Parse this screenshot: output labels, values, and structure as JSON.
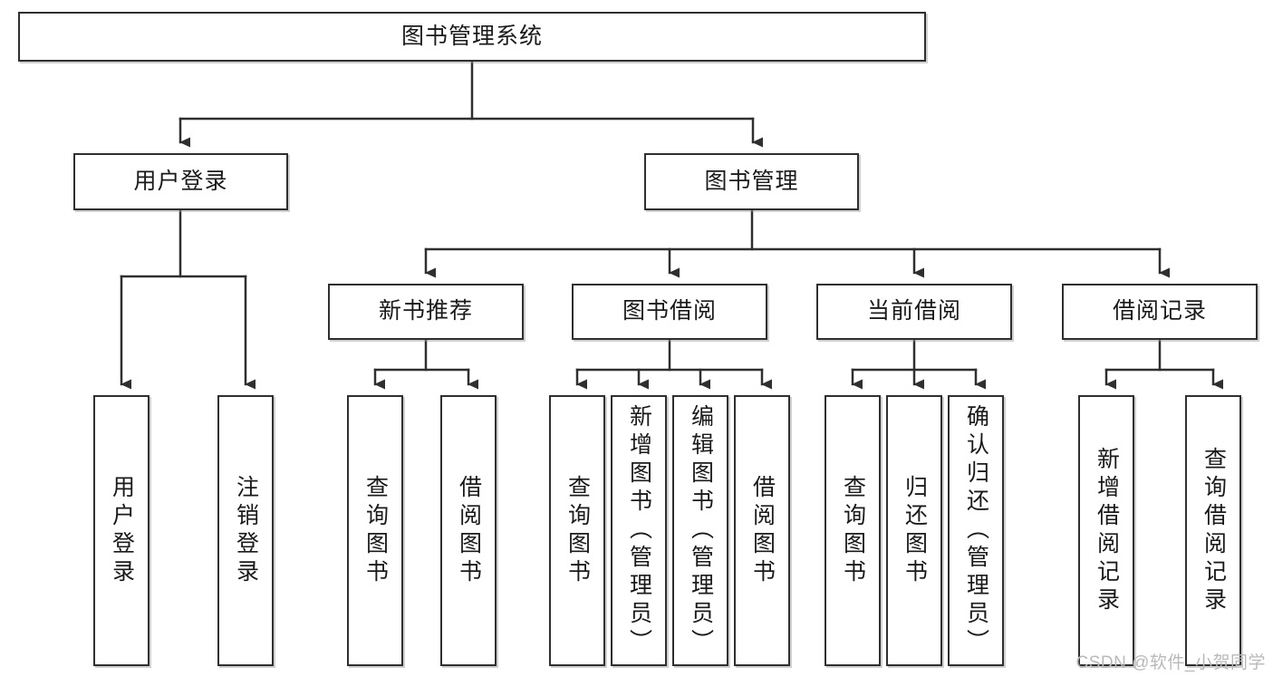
{
  "diagram": {
    "title": "图书管理系统",
    "type": "tree-hierarchy-chart",
    "watermark": "CSDN @软件_小贺同学",
    "root": {
      "id": "root",
      "label": "图书管理系统"
    },
    "level2": [
      {
        "id": "user-login",
        "label": "用户登录"
      },
      {
        "id": "book-manage",
        "label": "图书管理"
      }
    ],
    "level3": [
      {
        "id": "new-book-rec",
        "label": "新书推荐",
        "parent": "book-manage"
      },
      {
        "id": "book-borrow",
        "label": "图书借阅",
        "parent": "book-manage"
      },
      {
        "id": "current-borrow",
        "label": "当前借阅",
        "parent": "book-manage"
      },
      {
        "id": "borrow-record",
        "label": "借阅记录",
        "parent": "book-manage"
      }
    ],
    "leaves": [
      {
        "id": "leaf-user-login",
        "label": "用户登录",
        "parent": "user-login"
      },
      {
        "id": "leaf-logout",
        "label": "注销登录",
        "parent": "user-login"
      },
      {
        "id": "leaf-query-book-1",
        "label": "查询图书",
        "parent": "new-book-rec"
      },
      {
        "id": "leaf-borrow-book-1",
        "label": "借阅图书",
        "parent": "new-book-rec"
      },
      {
        "id": "leaf-query-book-2",
        "label": "查询图书",
        "parent": "book-borrow"
      },
      {
        "id": "leaf-add-book",
        "label": "新增图书（管理员）",
        "parent": "book-borrow"
      },
      {
        "id": "leaf-edit-book",
        "label": "编辑图书（管理员）",
        "parent": "book-borrow"
      },
      {
        "id": "leaf-borrow-book-2",
        "label": "借阅图书",
        "parent": "book-borrow"
      },
      {
        "id": "leaf-query-book-3",
        "label": "查询图书",
        "parent": "current-borrow"
      },
      {
        "id": "leaf-return-book",
        "label": "归还图书",
        "parent": "current-borrow"
      },
      {
        "id": "leaf-confirm-return",
        "label": "确认归还（管理员）",
        "parent": "current-borrow"
      },
      {
        "id": "leaf-add-record",
        "label": "新增借阅记录",
        "parent": "borrow-record"
      },
      {
        "id": "leaf-query-record",
        "label": "查询借阅记录",
        "parent": "borrow-record"
      }
    ],
    "colors": {
      "stroke": "#2f2f2f",
      "fill": "#ffffff",
      "text": "#1a1a1a",
      "watermark": "#b9b9b9"
    }
  }
}
